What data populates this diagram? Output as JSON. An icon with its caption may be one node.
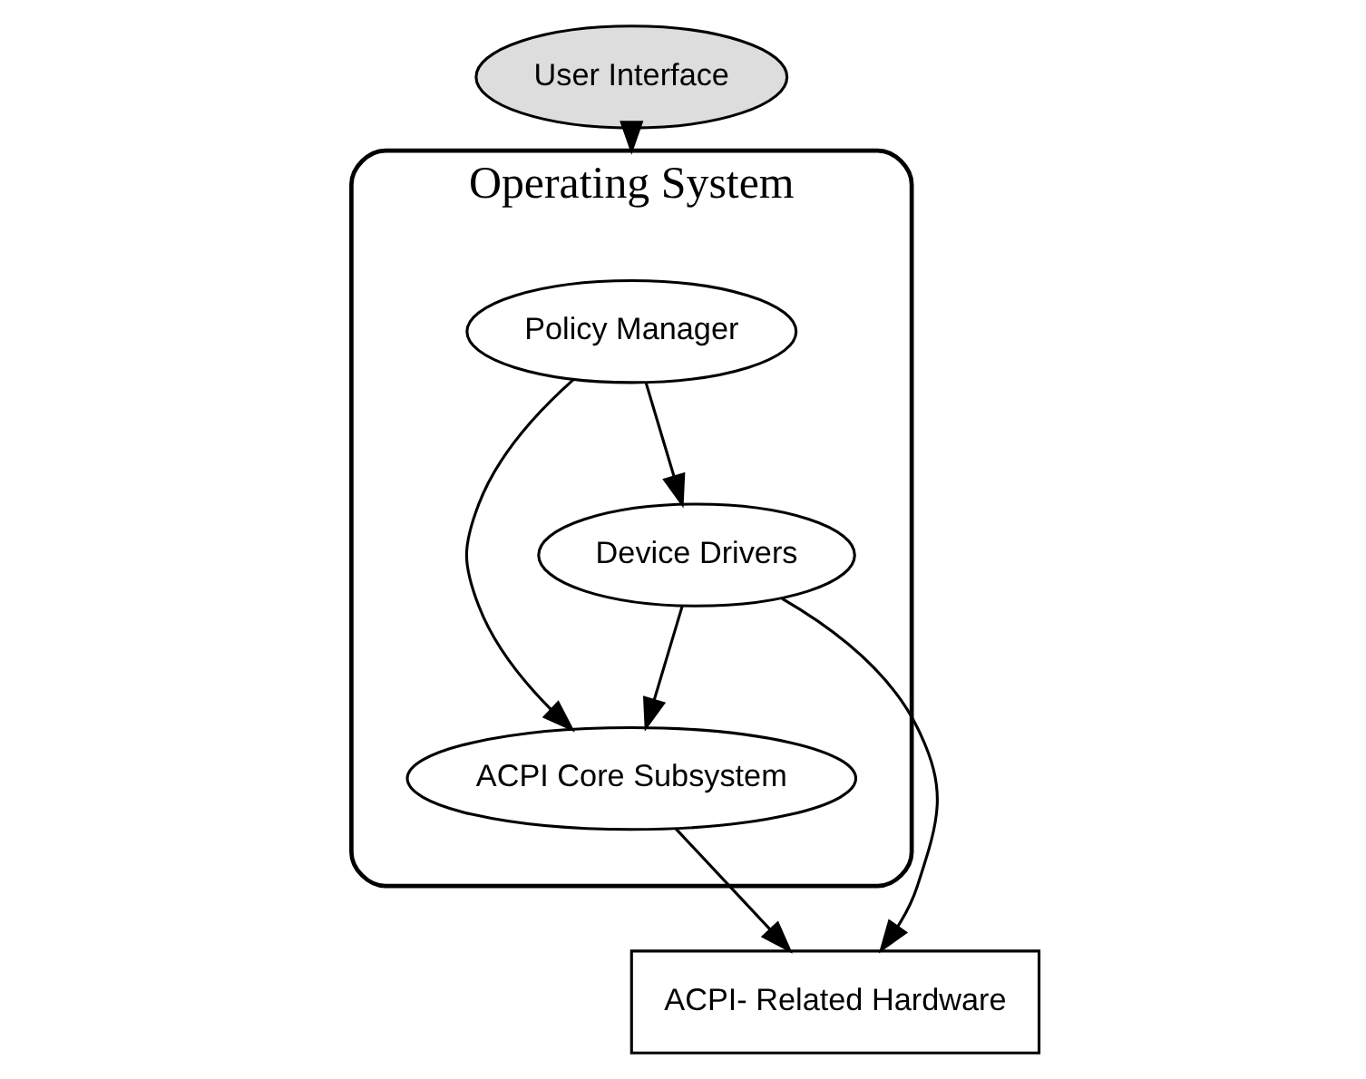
{
  "diagram": {
    "nodes": [
      {
        "text": [
          "User Interface"
        ]
      },
      {
        "text": [
          "Operating System"
        ]
      },
      {
        "text": [
          "Policy Manager"
        ],
        "in": 1
      },
      {
        "text": [
          "Device Drivers"
        ],
        "in": 1
      },
      {
        "text": [
          "ACPI Core Subsystem"
        ],
        "in": 1
      },
      {
        "text": [
          "ACPI- Related Hardware"
        ]
      }
    ],
    "edges": [
      {
        "from": 0,
        "to": 1,
        "arrow": "to"
      },
      {
        "from": 2,
        "to": 3,
        "arrow": "to"
      },
      {
        "from": 2,
        "to": 4,
        "arrow": "to"
      },
      {
        "from": 3,
        "to": 4,
        "arrow": "to"
      },
      {
        "from": 3,
        "to": 5,
        "arrow": "to"
      },
      {
        "from": 4,
        "to": 5,
        "arrow": "to"
      }
    ]
  }
}
